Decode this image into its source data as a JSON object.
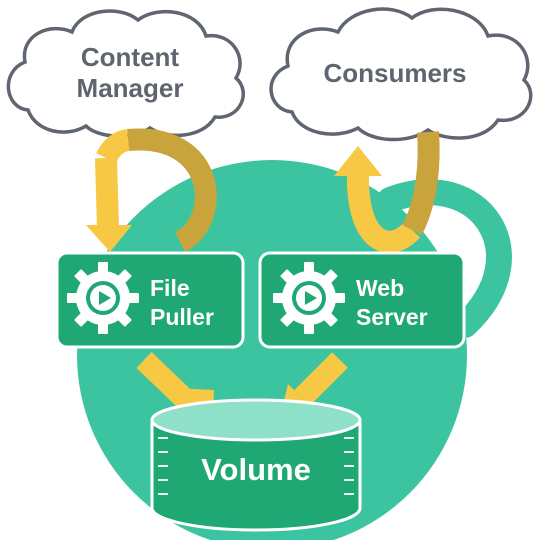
{
  "colors": {
    "background": "#ffffff",
    "body": "#3cc4a1",
    "container_fill": "#1fa874",
    "container_border": "#ffffff",
    "volume_fill": "#1fa874",
    "volume_top": "#8ee0c8",
    "cloud_fill": "#ffffff",
    "cloud_stroke": "#5f6670",
    "text_gray": "#5e6570",
    "arrow_light": "#f7c843",
    "arrow_dark": "#c9a43d",
    "gear": "#ffffff",
    "play": "#1fa874"
  },
  "clouds": {
    "content_manager": {
      "line1": "Content",
      "line2": "Manager"
    },
    "consumers": {
      "label": "Consumers"
    }
  },
  "containers": {
    "file_puller": {
      "line1": "File",
      "line2": "Puller",
      "icon": "gear-play-icon"
    },
    "web_server": {
      "line1": "Web",
      "line2": "Server",
      "icon": "gear-play-icon"
    }
  },
  "volume": {
    "label": "Volume"
  }
}
